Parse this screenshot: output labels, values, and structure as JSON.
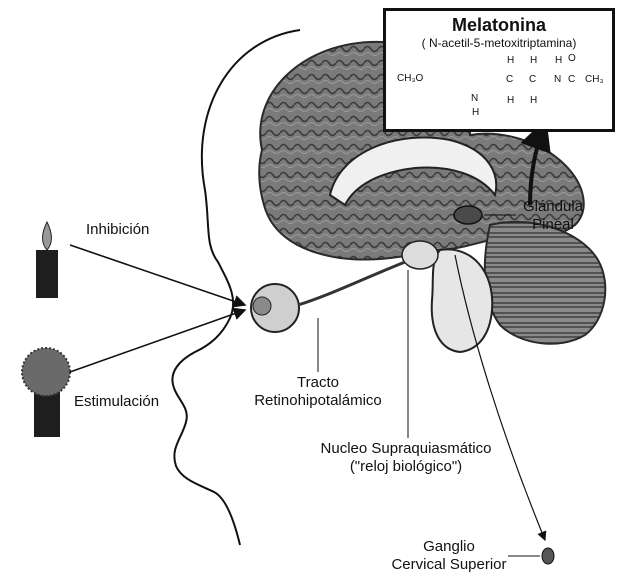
{
  "labels": {
    "inhibicion": "Inhibición",
    "estimulacion": "Estimulación",
    "tracto_1": "Tracto",
    "tracto_2": "Retinohipotalámico",
    "nucleo_1": "Nucleo Supraquiasmático",
    "nucleo_2": "(\"reloj biológico\")",
    "glandula_1": "Glándula",
    "glandula_2": "Pineal",
    "ganglio_1": "Ganglio",
    "ganglio_2": "Cervical Superior"
  },
  "molecule": {
    "title": "Melatonina",
    "subtitle": "( N-acetil-5-metoxitriptamina)",
    "ch3o": "CH₃O",
    "n": "N",
    "h": "H",
    "c": "C",
    "o": "O",
    "ch3": "CH₃"
  },
  "colors": {
    "ink": "#111111",
    "brain": "#6f6f6f",
    "brain_dark": "#3a3a3a",
    "background": "#ffffff"
  }
}
